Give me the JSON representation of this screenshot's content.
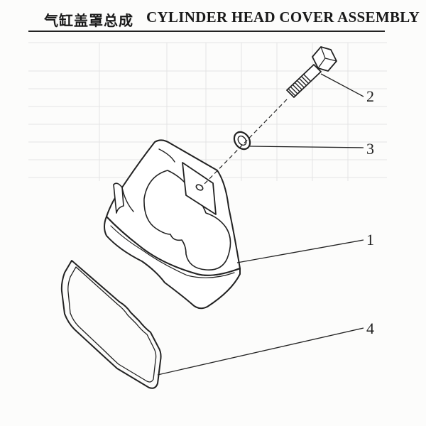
{
  "header": {
    "title_cn": "气缸盖罩总成",
    "title_en": "CYLINDER HEAD COVER ASSEMBLY"
  },
  "callouts": [
    {
      "label": "1",
      "part": "cylinder-head-cover"
    },
    {
      "label": "2",
      "part": "bolt"
    },
    {
      "label": "3",
      "part": "washer"
    },
    {
      "label": "4",
      "part": "gasket"
    }
  ],
  "colors": {
    "ink": "#222222",
    "background": "#fcfcfb",
    "faint_table": "#e6e6e6"
  }
}
